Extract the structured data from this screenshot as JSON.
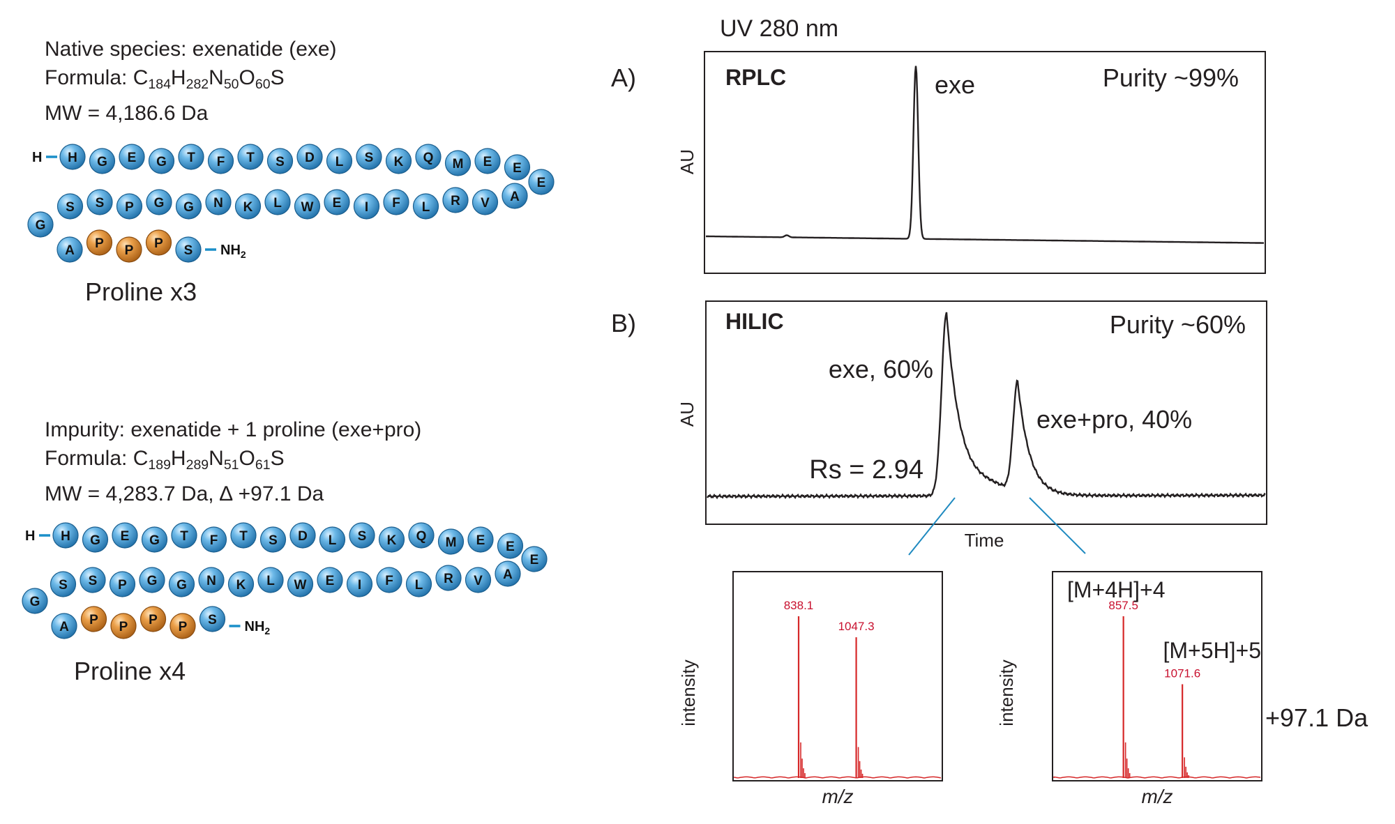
{
  "header": {
    "uv_label": "UV 280 nm"
  },
  "native": {
    "species_line": "Native species: exenatide (exe)",
    "formula_prefix": "Formula: ",
    "formula": [
      {
        "el": "C",
        "n": "184"
      },
      {
        "el": "H",
        "n": "282"
      },
      {
        "el": "N",
        "n": "50"
      },
      {
        "el": "O",
        "n": "60"
      },
      {
        "el": "S",
        "n": ""
      }
    ],
    "mw_line": "MW = 4,186.6 Da",
    "caption": "Proline x3",
    "n_term": "H",
    "c_term": "NH",
    "c_term_sub": "2",
    "row1": [
      "H",
      "G",
      "E",
      "G",
      "T",
      "F",
      "T",
      "S",
      "D",
      "L",
      "S",
      "K",
      "Q",
      "M",
      "E",
      "E"
    ],
    "turn": "E",
    "row2": [
      "A",
      "V",
      "R",
      "L",
      "F",
      "I",
      "E",
      "W",
      "L",
      "K",
      "N",
      "G",
      "G",
      "P",
      "S",
      "S"
    ],
    "g_end": "G",
    "row3": [
      "A",
      "P",
      "P",
      "P",
      "S"
    ],
    "row3_proline": [
      false,
      true,
      true,
      true,
      false
    ]
  },
  "impurity": {
    "species_line": "Impurity: exenatide + 1 proline (exe+pro)",
    "formula_prefix": "Formula: ",
    "formula": [
      {
        "el": "C",
        "n": "189"
      },
      {
        "el": "H",
        "n": "289"
      },
      {
        "el": "N",
        "n": "51"
      },
      {
        "el": "O",
        "n": "61"
      },
      {
        "el": "S",
        "n": ""
      }
    ],
    "mw_line": "MW = 4,283.7 Da, ∆ +97.1 Da",
    "caption": "Proline x4",
    "n_term": "H",
    "c_term": "NH",
    "c_term_sub": "2",
    "row1": [
      "H",
      "G",
      "E",
      "G",
      "T",
      "F",
      "T",
      "S",
      "D",
      "L",
      "S",
      "K",
      "Q",
      "M",
      "E",
      "E"
    ],
    "turn": "E",
    "row2": [
      "A",
      "V",
      "R",
      "L",
      "F",
      "I",
      "E",
      "W",
      "L",
      "K",
      "N",
      "G",
      "G",
      "P",
      "S",
      "S"
    ],
    "g_end": "G",
    "row3": [
      "A",
      "P",
      "P",
      "P",
      "P",
      "S"
    ],
    "row3_proline": [
      false,
      true,
      true,
      true,
      true,
      false
    ]
  },
  "panel_a": {
    "letter": "A)",
    "method": "RPLC",
    "purity": "Purity ~99%",
    "peak_label": "exe",
    "ylabel": "AU"
  },
  "panel_b": {
    "letter": "B)",
    "method": "HILIC",
    "purity": "Purity ~60%",
    "peak1_label": "exe, 60%",
    "peak2_label": "exe+pro, 40%",
    "rs_label": "Rs = 2.94",
    "ylabel": "AU",
    "xlabel": "Time"
  },
  "ms_left": {
    "ylabel": "intensity",
    "xlabel": "m/z",
    "peaks": [
      {
        "mz": 838.1,
        "label": "838.1",
        "rel_intensity": 1.0
      },
      {
        "mz": 1047.3,
        "label": "1047.3",
        "rel_intensity": 0.87
      }
    ]
  },
  "ms_right": {
    "ylabel": "intensity",
    "xlabel": "m/z",
    "peaks": [
      {
        "mz": 857.5,
        "label": "857.5",
        "rel_intensity": 1.0
      },
      {
        "mz": 1071.6,
        "label": "1071.6",
        "rel_intensity": 0.58
      }
    ],
    "ion1_label": "[M+4H]+4",
    "ion2_label": "[M+5H]+5",
    "shift_label": "+97.1 Da"
  },
  "colors": {
    "bead_blue": "#4fa3d6",
    "bead_orange": "#e0913a",
    "link_blue": "#1b8fc9",
    "ms_red": "#d62728",
    "ms_label_red": "#c8102e",
    "leader_blue": "#1f8ac0",
    "text": "#231f20"
  }
}
